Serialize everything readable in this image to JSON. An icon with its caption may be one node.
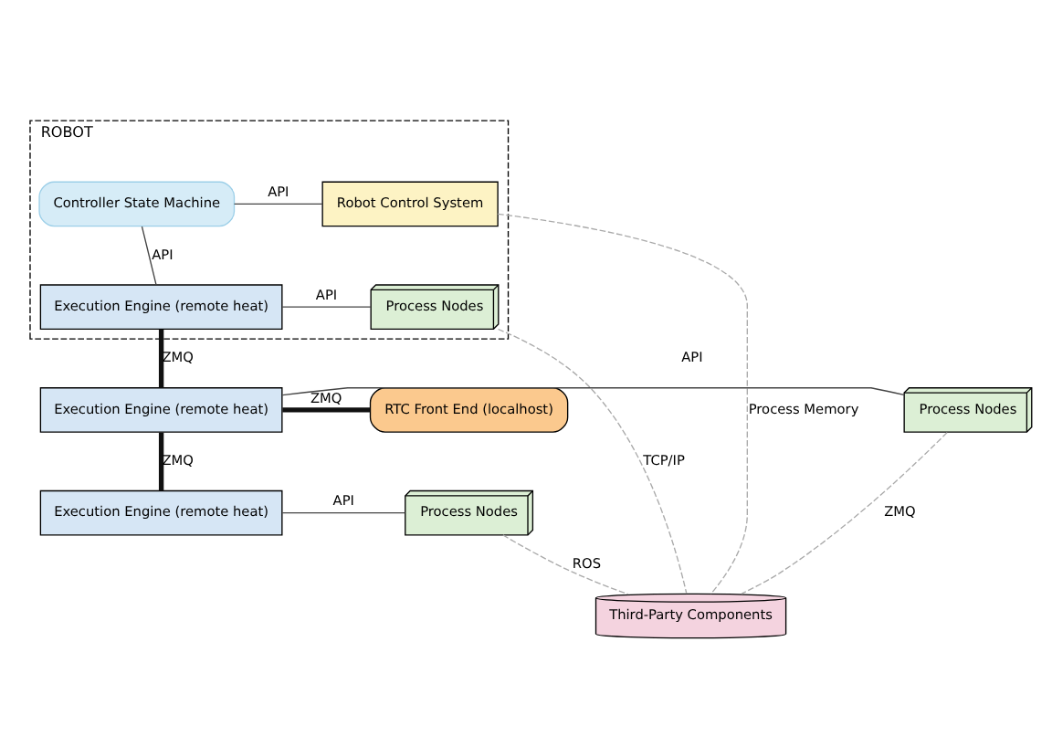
{
  "diagram": {
    "nodes": [
      {
        "text": [
          "ROBOT"
        ]
      },
      {
        "text": [
          "Controller State Machine"
        ],
        "in": 0
      },
      {
        "text": [
          "Robot Control System"
        ],
        "in": 0
      },
      {
        "text": [
          "Execution Engine (remote heat)"
        ],
        "in": 0
      },
      {
        "text": [
          "Process Nodes"
        ],
        "in": 0
      },
      {
        "text": [
          "Third-Party Components"
        ]
      },
      {
        "text": [
          "RTC Front End (localhost)"
        ]
      },
      {
        "text": [
          "Execution Engine (remote heat)"
        ]
      },
      {
        "text": [
          "Process Nodes"
        ]
      },
      {
        "text": [
          "Execution Engine (remote heat)"
        ]
      },
      {
        "text": [
          "Process Nodes"
        ]
      }
    ],
    "edges": [
      {
        "from": 1,
        "to": 2,
        "arrow": "none",
        "label": "API"
      },
      {
        "from": 1,
        "to": 3,
        "arrow": "none",
        "label": "API"
      },
      {
        "from": 3,
        "to": 4,
        "arrow": "none",
        "label": "API"
      },
      {
        "from": 2,
        "to": 5,
        "arrow": "none",
        "label": "Process Memory",
        "style": "dashed",
        "color": "#aaaaaa"
      },
      {
        "from": 4,
        "to": 5,
        "arrow": "none",
        "label": "TCP/IP",
        "style": "dashed",
        "color": "#aaaaaa"
      },
      {
        "from": 3,
        "to": 7,
        "arrow": "none",
        "label": "ZMQ",
        "style": "thick"
      },
      {
        "from": 6,
        "to": 7,
        "arrow": "none",
        "label": "ZMQ",
        "style": "thick"
      },
      {
        "from": 7,
        "to": 8,
        "arrow": "none",
        "label": "API"
      },
      {
        "from": 8,
        "to": 5,
        "arrow": "none",
        "label": "ZMQ",
        "style": "dashed",
        "color": "#aaaaaa"
      },
      {
        "from": 7,
        "to": 9,
        "arrow": "none",
        "label": "ZMQ",
        "style": "thick"
      },
      {
        "from": 9,
        "to": 10,
        "arrow": "none",
        "label": "API"
      },
      {
        "from": 10,
        "to": 5,
        "arrow": "none",
        "label": "ROS",
        "style": "dashed",
        "color": "#aaaaaa"
      }
    ]
  }
}
